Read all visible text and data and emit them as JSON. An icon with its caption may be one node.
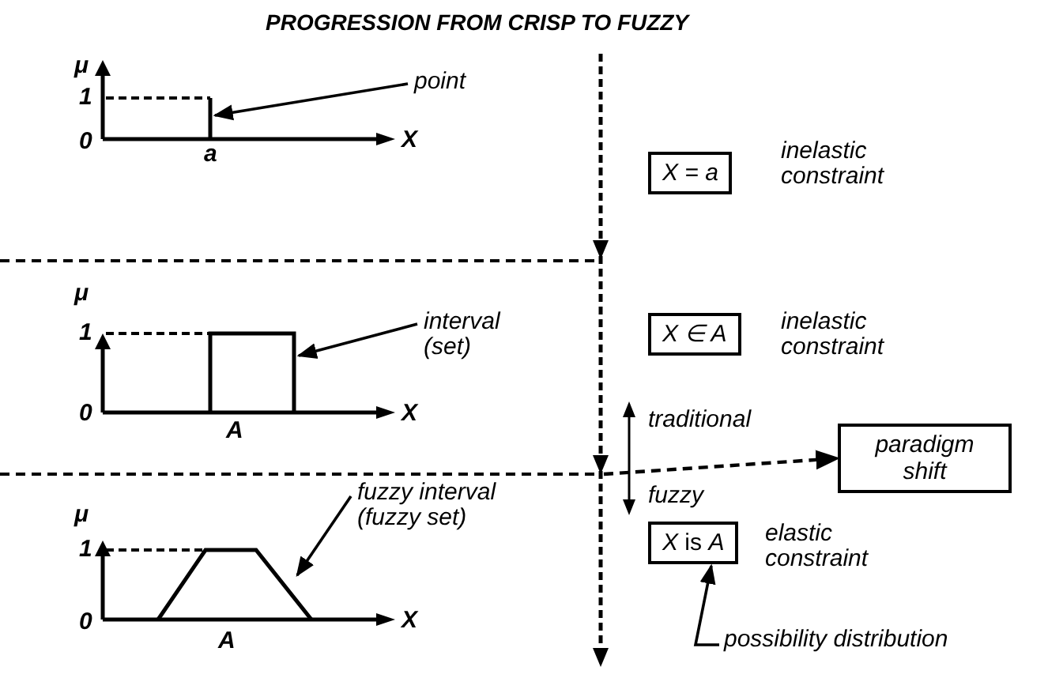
{
  "diagram": {
    "title": "PROGRESSION FROM CRISP TO FUZZY",
    "nodes": [
      {
        "text": [],
        "shape": "line"
      },
      {
        "text": [
          "point"
        ]
      },
      {
        "text": [
          "X = a"
        ],
        "beside": [
          "inelastic constraint"
        ]
      },
      {
        "text": [],
        "shape": "box"
      },
      {
        "text": [
          "interval (set)"
        ]
      },
      {
        "text": [
          "X ∈ A"
        ],
        "beside": [
          "inelastic constraint"
        ]
      },
      {
        "text": [
          "paradigm shift"
        ]
      },
      {
        "text": [],
        "shape": "trapezoid"
      },
      {
        "text": [
          "fuzzy interval (fuzzy set)"
        ]
      },
      {
        "text": [
          "*X* is *A*"
        ],
        "beside": [
          "elastic constraint"
        ]
      },
      {
        "text": [
          "possibility distribution"
        ]
      }
    ],
    "edges": [
      {
        "from": 1,
        "to": 0,
        "arrow": "to"
      },
      {
        "from": 4,
        "to": 3,
        "arrow": "to"
      },
      {
        "from": 8,
        "to": 7,
        "arrow": "to"
      },
      {
        "from": null,
        "to": 6,
        "arrow": "to",
        "style": "dashed"
      },
      {
        "from": 10,
        "to": 9,
        "arrow": "to"
      }
    ],
    "labels": [
      "μ",
      "1",
      "0",
      "a",
      "X",
      "μ",
      "1",
      "0",
      "A",
      "X",
      "traditional",
      "fuzzy",
      "μ",
      "1",
      "0",
      "A",
      "X"
    ]
  }
}
